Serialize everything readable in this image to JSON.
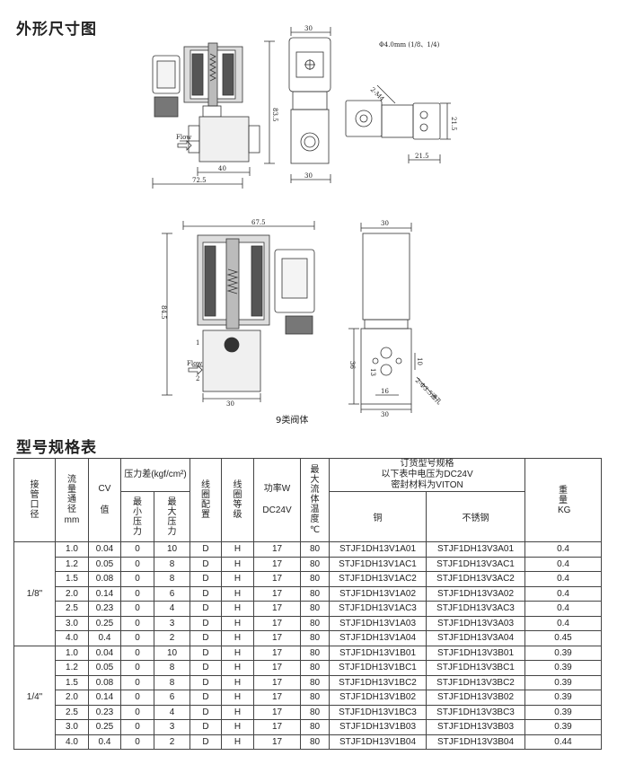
{
  "headings": {
    "dimensions": "外形尺寸图",
    "model_table": "型号规格表"
  },
  "drawing_labels": {
    "top_left": {
      "width_72_5": "72.5",
      "width_40": "40",
      "height_83_5": "83.5",
      "flow": "Flow"
    },
    "top_mid": {
      "width_30_top": "30",
      "width_30_bot": "30"
    },
    "top_right": {
      "port": "Φ4.0mm (1/8、1/4)",
      "screw": "2-M4",
      "d21_5_v": "21.5",
      "d21_5_h": "21.5"
    },
    "bottom_left": {
      "width_67_5": "67.5",
      "height_84_5": "84.5",
      "width_30": "30",
      "flow": "Flow",
      "p1": "1",
      "p2": "2"
    },
    "bottom_right": {
      "width_30_top": "30",
      "width_30_bot": "30",
      "d16": "16",
      "d13": "13",
      "d10": "10",
      "d36": "36",
      "hole": "2-Φ3.5通孔"
    },
    "caption": "9类阀体"
  },
  "table": {
    "headers": {
      "port": "接管口径",
      "flow": "流量通径",
      "flow_unit": "mm",
      "cv": "CV",
      "cv_sub": "值",
      "pressure": "压力差(kgf/cm²)",
      "min_p": "最小压力",
      "max_p": "最大压力",
      "coil": "线圈配置",
      "grade": "线圈等级",
      "power": "功率W",
      "power_sub": "DC24V",
      "temp": "最大流体温度",
      "temp_unit": "℃",
      "order_line1": "订货型号规格",
      "order_line2": "以下表中电压为DC24V",
      "order_line3": "密封材料为VITON",
      "copper": "铜",
      "stainless": "不锈钢",
      "weight": "重量KG"
    },
    "groups": [
      {
        "port": "1/8\"",
        "rows": [
          [
            "1.0",
            "0.04",
            "0",
            "10",
            "D",
            "H",
            "17",
            "80",
            "STJF1DH13V1A01",
            "STJF1DH13V3A01",
            "0.4"
          ],
          [
            "1.2",
            "0.05",
            "0",
            "8",
            "D",
            "H",
            "17",
            "80",
            "STJF1DH13V1AC1",
            "STJF1DH13V3AC1",
            "0.4"
          ],
          [
            "1.5",
            "0.08",
            "0",
            "8",
            "D",
            "H",
            "17",
            "80",
            "STJF1DH13V1AC2",
            "STJF1DH13V3AC2",
            "0.4"
          ],
          [
            "2.0",
            "0.14",
            "0",
            "6",
            "D",
            "H",
            "17",
            "80",
            "STJF1DH13V1A02",
            "STJF1DH13V3A02",
            "0.4"
          ],
          [
            "2.5",
            "0.23",
            "0",
            "4",
            "D",
            "H",
            "17",
            "80",
            "STJF1DH13V1AC3",
            "STJF1DH13V3AC3",
            "0.4"
          ],
          [
            "3.0",
            "0.25",
            "0",
            "3",
            "D",
            "H",
            "17",
            "80",
            "STJF1DH13V1A03",
            "STJF1DH13V3A03",
            "0.4"
          ],
          [
            "4.0",
            "0.4",
            "0",
            "2",
            "D",
            "H",
            "17",
            "80",
            "STJF1DH13V1A04",
            "STJF1DH13V3A04",
            "0.45"
          ]
        ]
      },
      {
        "port": "1/4\"",
        "rows": [
          [
            "1.0",
            "0.04",
            "0",
            "10",
            "D",
            "H",
            "17",
            "80",
            "STJF1DH13V1B01",
            "STJF1DH13V3B01",
            "0.39"
          ],
          [
            "1.2",
            "0.05",
            "0",
            "8",
            "D",
            "H",
            "17",
            "80",
            "STJF1DH13V1BC1",
            "STJF1DH13V3BC1",
            "0.39"
          ],
          [
            "1.5",
            "0.08",
            "0",
            "8",
            "D",
            "H",
            "17",
            "80",
            "STJF1DH13V1BC2",
            "STJF1DH13V3BC2",
            "0.39"
          ],
          [
            "2.0",
            "0.14",
            "0",
            "6",
            "D",
            "H",
            "17",
            "80",
            "STJF1DH13V1B02",
            "STJF1DH13V3B02",
            "0.39"
          ],
          [
            "2.5",
            "0.23",
            "0",
            "4",
            "D",
            "H",
            "17",
            "80",
            "STJF1DH13V1BC3",
            "STJF1DH13V3BC3",
            "0.39"
          ],
          [
            "3.0",
            "0.25",
            "0",
            "3",
            "D",
            "H",
            "17",
            "80",
            "STJF1DH13V1B03",
            "STJF1DH13V3B03",
            "0.39"
          ],
          [
            "4.0",
            "0.4",
            "0",
            "2",
            "D",
            "H",
            "17",
            "80",
            "STJF1DH13V1B04",
            "STJF1DH13V3B04",
            "0.44"
          ]
        ]
      }
    ]
  }
}
